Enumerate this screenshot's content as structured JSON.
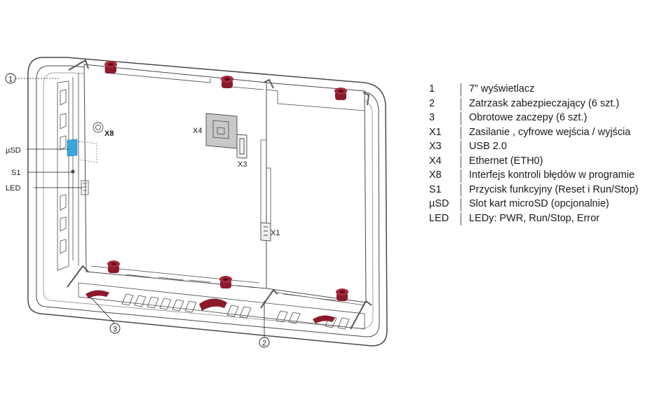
{
  "callouts": {
    "c1": "1",
    "c2": "2",
    "c3": "3",
    "x8": "X8",
    "x4": "X4",
    "x3": "X3",
    "x1": "X1",
    "usd": "µSD",
    "s1": "S1",
    "led": "LED"
  },
  "legend": [
    {
      "key": "1",
      "desc": "7” wyświetlacz"
    },
    {
      "key": "2",
      "desc": "Zatrzask zabezpieczający (6 szt.)"
    },
    {
      "key": "3",
      "desc": "Obrotowe zaczepy (6 szt.)"
    },
    {
      "key": "X1",
      "desc": "Zasilanie , cyfrowe wejścia / wyjścia"
    },
    {
      "key": "X3",
      "desc": "USB 2.0"
    },
    {
      "key": "X4",
      "desc": "Ethernet (ETH0)"
    },
    {
      "key": "X8",
      "desc": "Interfejs kontroli błędów w programie"
    },
    {
      "key": "S1",
      "desc": "Przycisk funkcyjny (Reset i Run/Stop)"
    },
    {
      "key": "µSD",
      "desc": "Slot kart microSD (opcjonalnie)"
    },
    {
      "key": "LED",
      "desc": "LEDy: PWR, Run/Stop, Error"
    }
  ],
  "colors": {
    "latch": "#8b1a2b",
    "usd_slot": "#3ba6dc",
    "x4_block": "#c8c8c8",
    "outline": "#4a4a4a"
  }
}
